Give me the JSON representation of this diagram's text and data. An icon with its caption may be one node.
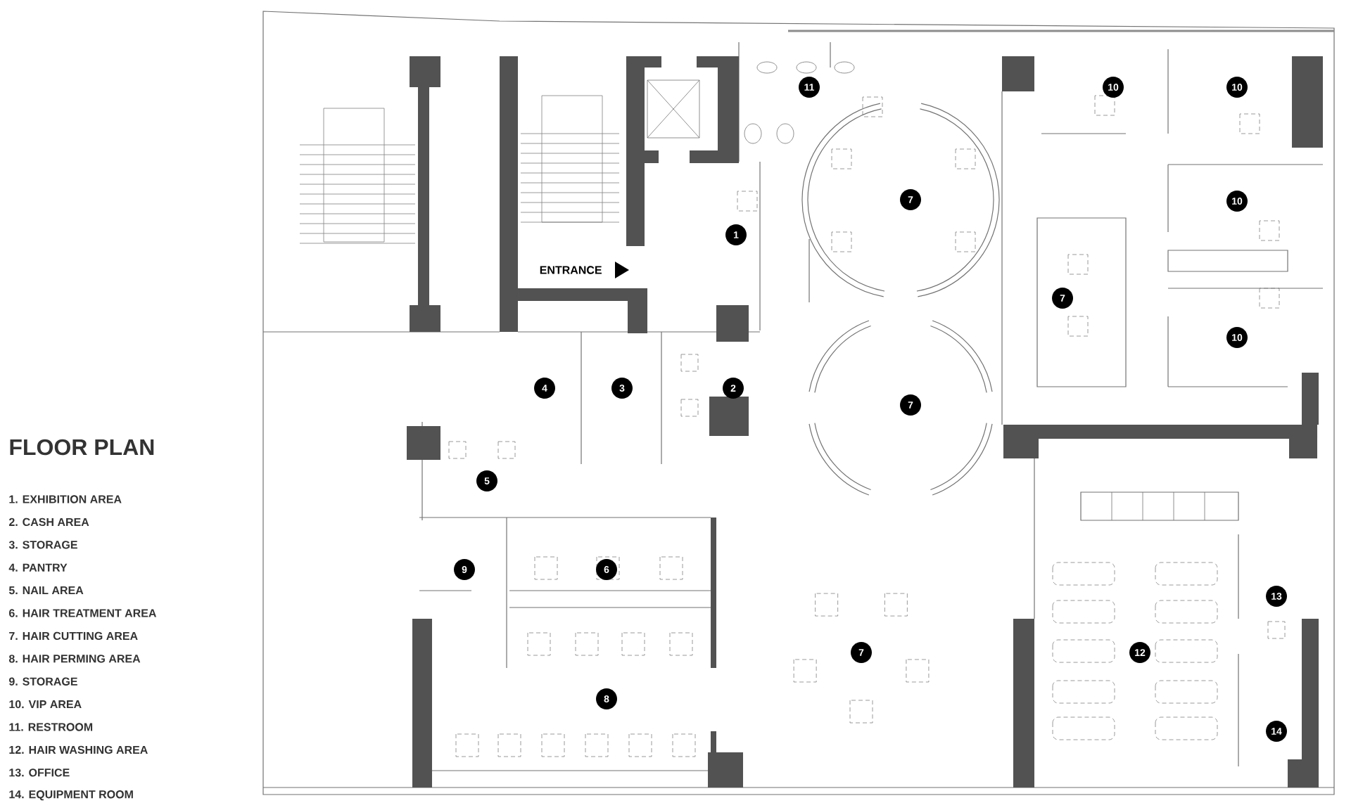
{
  "diagram": {
    "title": "FLOOR PLAN",
    "labels": [
      "1. EXHIBITION AREA",
      "2. CASH AREA",
      "3. STORAGE",
      "4. PANTRY",
      "5. NAIL AREA",
      "6. HAIR TREATMENT  AREA",
      "7. HAIR CUTTING AREA",
      "8. HAIR PERMING  AREA",
      "9. STORAGE",
      "10. VIP AREA",
      "11. RESTROOM",
      "12. HAIR WASHING AREA",
      "13. OFFICE",
      "14. EQUIPMENT ROOM",
      "ENTRANCE",
      "11",
      "10",
      "10",
      "7",
      "10",
      "1",
      "7",
      "10",
      "4",
      "3",
      "2",
      "7",
      "5",
      "9",
      "6",
      "13",
      "7",
      "12",
      "8",
      "14"
    ]
  }
}
